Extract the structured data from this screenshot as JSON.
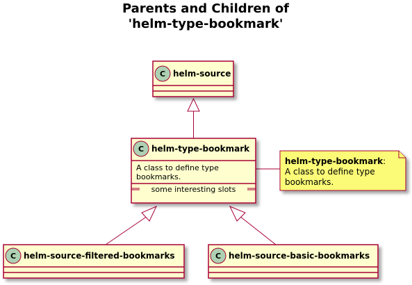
{
  "title": {
    "line1": "Parents and Children of",
    "line2": "'helm-type-bookmark'"
  },
  "colors": {
    "class_fill": "#fefece",
    "class_border": "#a80036",
    "badge_fill": "#add1b2",
    "note_fill": "#fbfb77",
    "shadow": "#c8c8c8"
  },
  "badge_letter": "C",
  "classes": {
    "helm_source": {
      "name": "helm-source"
    },
    "helm_type_bookmark": {
      "name": "helm-type-bookmark",
      "description_lines": [
        "A class to define type",
        "bookmarks."
      ],
      "slots_label": "some interesting slots"
    },
    "helm_source_filtered_bookmarks": {
      "name": "helm-source-filtered-bookmarks"
    },
    "helm_source_basic_bookmarks": {
      "name": "helm-source-basic-bookmarks"
    }
  },
  "note": {
    "title": "helm-type-bookmark",
    "title_suffix": ":",
    "lines": [
      "A class to define type",
      "bookmarks."
    ]
  }
}
